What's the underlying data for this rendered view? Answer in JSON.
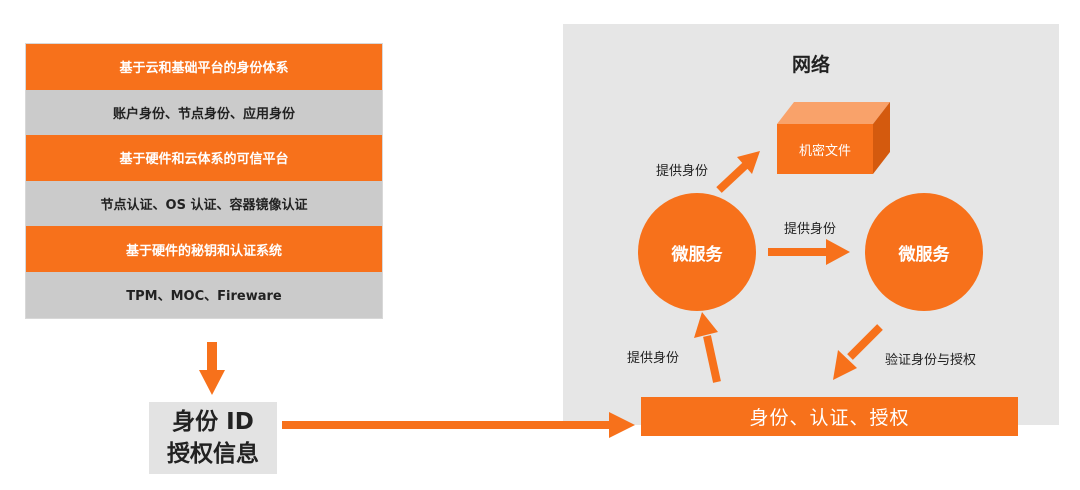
{
  "stack": {
    "rows": [
      {
        "label": "基于云和基础平台的身份体系",
        "color": "orange"
      },
      {
        "label": "账户身份、节点身份、应用身份",
        "color": "gray"
      },
      {
        "label": "基于硬件和云体系的可信平台",
        "color": "orange"
      },
      {
        "label": "节点认证、OS 认证、容器镜像认证",
        "color": "gray"
      },
      {
        "label": "基于硬件的秘钥和认证系统",
        "color": "orange"
      },
      {
        "label": "TPM、MOC、Fireware",
        "color": "gray"
      }
    ]
  },
  "identity_box": {
    "line1": "身份 ID",
    "line2": "授权信息"
  },
  "network": {
    "title": "网络",
    "secret_file": "机密文件",
    "service_a": "微服务",
    "service_b": "微服务",
    "auth_bar": "身份、认证、授权",
    "labels": {
      "provide_identity_to_file": "提供身份",
      "provide_identity_between": "提供身份",
      "provide_identity_from_auth": "提供身份",
      "verify_and_authorize": "验证身份与授权"
    }
  },
  "colors": {
    "orange": "#f7711b",
    "gray_row": "#cbcbcb",
    "network_bg": "#e6e6e6",
    "id_box_bg": "#e3e3e3"
  }
}
